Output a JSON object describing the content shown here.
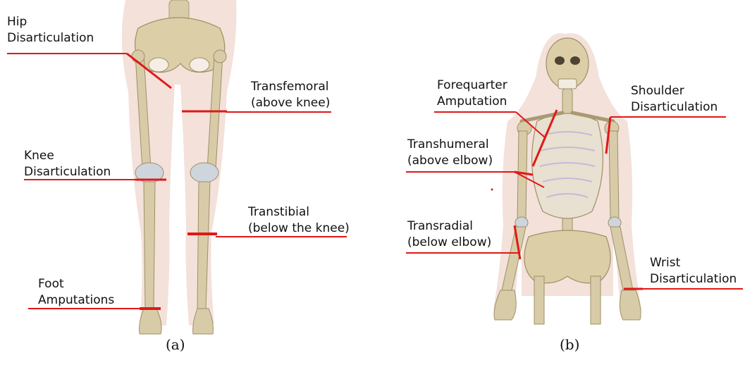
{
  "panel_a": {
    "caption": "(a)",
    "labels": {
      "hip": [
        "Hip",
        "Disarticulation"
      ],
      "transfemoral": [
        "Transfemoral",
        "(above knee)"
      ],
      "knee": [
        "Knee",
        "Disarticulation"
      ],
      "transtibial": [
        "Transtibial",
        "(below the knee)"
      ],
      "foot": [
        "Foot",
        "Amputations"
      ]
    }
  },
  "panel_b": {
    "caption": "(b)",
    "labels": {
      "forequarter": [
        "Forequarter",
        "Amputation"
      ],
      "shoulder": [
        "Shoulder",
        "Disarticulation"
      ],
      "transhumeral": [
        "Transhumeral",
        "(above elbow)"
      ],
      "transradial": [
        "Transradial",
        "(below elbow)"
      ],
      "wrist": [
        "Wrist",
        "Disarticulation"
      ]
    }
  },
  "colors": {
    "marker": "#e01818",
    "bone": "#d8cca8",
    "body_silhouette": "#f1dcd4"
  }
}
